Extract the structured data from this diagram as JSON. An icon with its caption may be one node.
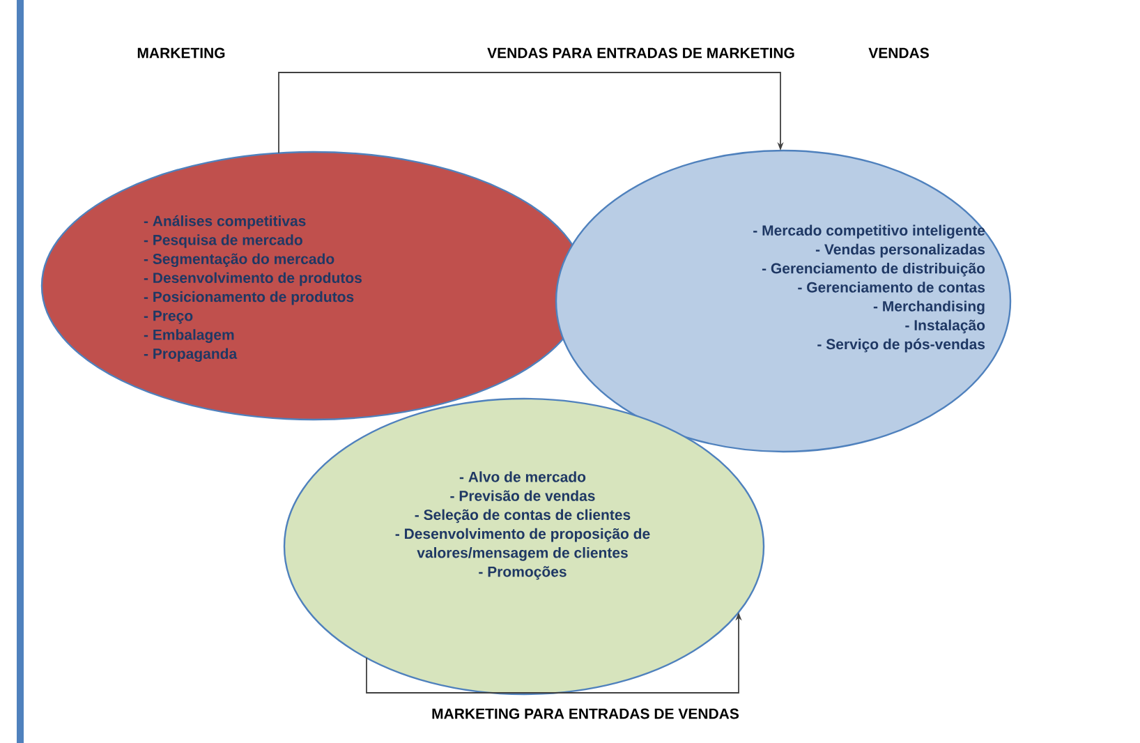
{
  "diagram": {
    "nodes": [
      {
        "text": [
          "- Análises competitivas",
          "- Pesquisa de mercado",
          "- Segmentação do mercado",
          "- Desenvolvimento de produtos",
          "- Posicionamento de produtos",
          "- Preço",
          "- Embalagem",
          "- Propaganda"
        ]
      },
      {
        "text": [
          "- Mercado competitivo inteligente",
          "- Vendas personalizadas",
          "- Gerenciamento de distribuição",
          "- Gerenciamento de contas",
          "- Merchandising",
          "- Instalação",
          "- Serviço de pós-vendas"
        ]
      },
      {
        "text": [
          "- Alvo de mercado",
          "- Previsão de vendas",
          "- Seleção de contas de clientes",
          "- Desenvolvimento de proposição de valores/mensagem de clientes",
          "- Promoções"
        ]
      }
    ],
    "edges": [
      {
        "from": 0,
        "to": 1,
        "arrow": "to",
        "label": "VENDAS PARA ENTRADAS DE MARKETING"
      },
      {
        "from": 2,
        "to": 2,
        "arrow": "to",
        "label": "MARKETING PARA ENTRADAS DE VENDAS"
      }
    ],
    "labels": [
      "MARKETING",
      "VENDAS"
    ]
  }
}
